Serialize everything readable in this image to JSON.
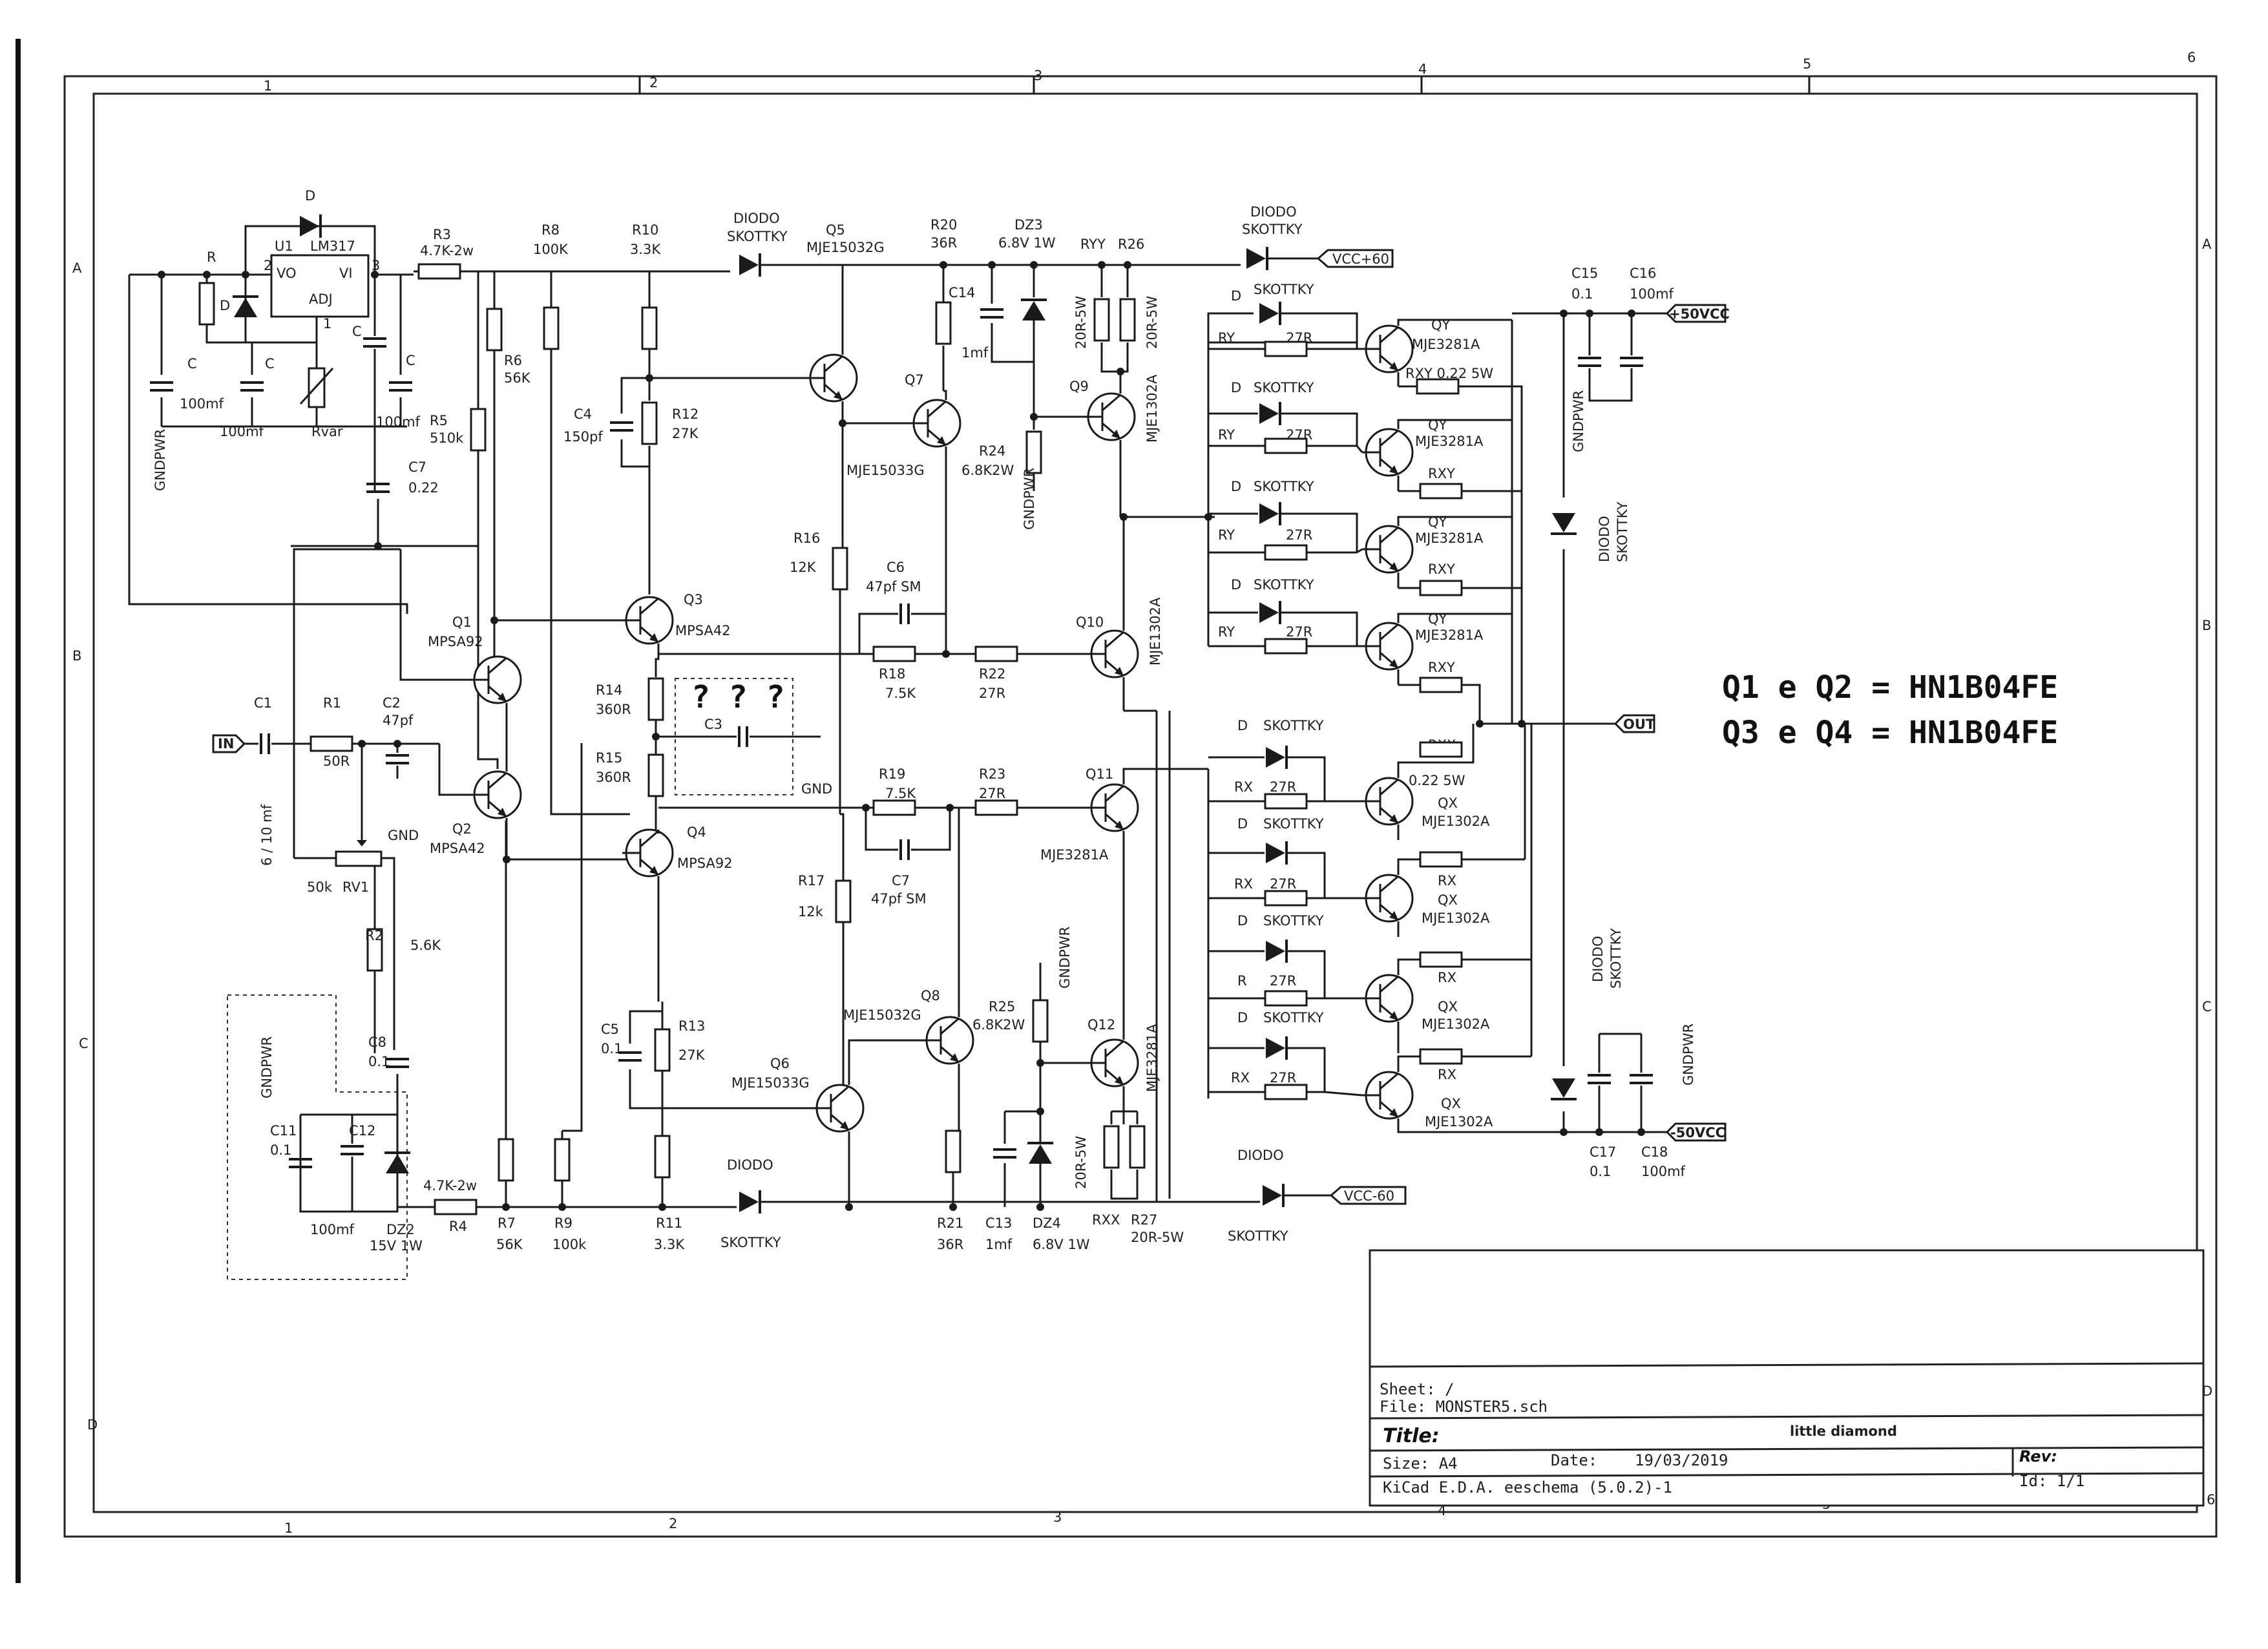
{
  "margin_columns": [
    "1",
    "2",
    "3",
    "4",
    "5",
    "6"
  ],
  "margin_rows": [
    "A",
    "B",
    "C",
    "D"
  ],
  "notes": {
    "q12": "Q1 e Q2 = HN1B04FE",
    "q34": "Q3 e Q4 = HN1B04FE",
    "unknown": "? ? ?"
  },
  "ports": {
    "in": "IN",
    "out": "OUT",
    "vcc_pos60": "VCC+60",
    "vcc_neg60": "VCC-60",
    "pos50": "+50VCC",
    "neg50": "-50VCC"
  },
  "regulator": {
    "u1": "U1",
    "lm317": "LM317",
    "vo": "VO",
    "vi": "VI",
    "adj": "ADJ",
    "pin2": "2",
    "pin1": "1",
    "pin3": "3",
    "d_top": "D",
    "d_side": "D",
    "r": "R",
    "c1": "C",
    "c2": "C",
    "c3": "C",
    "c4": "C",
    "cap1": "100mf",
    "cap2": "100mf",
    "cap3": "100mf",
    "rvar": "Rvar",
    "gndpwr": "GNDPWR",
    "c7": "C7",
    "c7v": "0.22"
  },
  "input": {
    "c1": "C1",
    "c1v": "6 / 10 mf",
    "r1": "R1",
    "r1v": "50R",
    "c2": "C2",
    "c2v": "47pf",
    "gnd": "GND",
    "gndv": "GND",
    "rv1": "RV1",
    "rv1v": "50k",
    "r2": "R2",
    "r2v": "5.6K",
    "c8": "C8",
    "c8v": "0.1",
    "c11": "C11",
    "c11v": "0.1",
    "c12": "C12",
    "c12v": "100mf",
    "dz2": "DZ2",
    "dz2v": "15V 1W",
    "gndpwr": "GNDPWR",
    "r3": "R3",
    "r3v": "4.7K-2w",
    "r4": "R4",
    "r4v": "4.7K-2w",
    "r5": "R5",
    "r5v": "510k",
    "r6": "R6",
    "r6v": "56K",
    "r7": "R7",
    "r7v": "56K",
    "r8": "R8",
    "r8v": "100K",
    "r9": "R9",
    "r9v": "100k",
    "r10": "R10",
    "r10v": "3.3K",
    "r11": "R11",
    "r11v": "3.3K",
    "r12": "R12",
    "r12v": "27K",
    "r13": "R13",
    "r13v": "27K",
    "r14": "R14",
    "r14v": "360R",
    "r15": "R15",
    "r15v": "360R",
    "c3": "C3",
    "c4": "C4",
    "c4v": "150pf",
    "c5": "C5",
    "c5v": "0.1",
    "q1": "Q1",
    "q1v": "MPSA92",
    "q2": "Q2",
    "q2v": "MPSA42",
    "q3": "Q3",
    "q3v": "MPSA42",
    "q4": "Q4",
    "q4v": "MPSA92"
  },
  "driver": {
    "diodo": "DIODO",
    "skottky": "SKOTTKY",
    "q5": "Q5",
    "q5v": "MJE15032G",
    "q6": "Q6",
    "q6v": "MJE15033G",
    "q7": "Q7",
    "q7v": "MJE15033G",
    "q8": "Q8",
    "q8v": "MJE15032G",
    "q9": "Q9",
    "q9v": "MJE1302A",
    "q10": "Q10",
    "q10v": "MJE1302A",
    "q11": "Q11",
    "q11v": "MJE3281A",
    "q12": "Q12",
    "q12v": "MJE3281A",
    "r16": "R16",
    "r16v": "12K",
    "r17": "R17",
    "r17v": "12k",
    "r18": "R18",
    "r18v": "7.5K",
    "r19": "R19",
    "r19v": "7.5K",
    "r20": "R20",
    "r20v": "36R",
    "r21": "R21",
    "r21v": "36R",
    "r22": "R22",
    "r22v": "27R",
    "r23": "R23",
    "r23v": "27R",
    "r24": "R24",
    "r24v": "6.8K2W",
    "r25": "R25",
    "r25v": "6.8K2W",
    "r26": "R26",
    "r27": "R27",
    "r27v": "20R-5W",
    "ryy": "RYY",
    "rxx": "RXX",
    "r20r": "20R-5W",
    "c6": "C6",
    "c6v": "47pf SM",
    "c7": "C7",
    "c7v": "47pf SM",
    "c13": "C13",
    "c13v": "1mf",
    "c14": "C14",
    "c14v": "1mf",
    "dz3": "DZ3",
    "dz3v": "6.8V 1W",
    "dz4": "DZ4",
    "dz4v": "6.8V 1W",
    "gndpwr": "GNDPWR"
  },
  "output": {
    "d": "D",
    "skottky": "SKOTTKY",
    "ry": "RY",
    "rx": "RX",
    "r": "R",
    "r27": "27R",
    "qy": "QY",
    "qyv": "MJE3281A",
    "qx": "QX",
    "qxv": "MJE1302A",
    "rxy": "RXY",
    "rxy1": "RXY 0.22 5W",
    "rxx": "RXX",
    "rxxv": "0.22 5W",
    "c15": "C15",
    "c15v": "0.1",
    "c16": "C16",
    "c16v": "100mf",
    "c17": "C17",
    "c17v": "0.1",
    "c18": "C18",
    "c18v": "100mf",
    "diodo": "DIODO",
    "gndpwr": "GNDPWR"
  },
  "title_block": {
    "sheet": "Sheet: /",
    "file": "File: MONSTER5.sch",
    "title_label": "Title:",
    "title": "little diamond",
    "size": "Size: A4",
    "date_label": "Date:",
    "date": "19/03/2019",
    "rev": "Rev:",
    "kicad": "KiCad E.D.A.  eeschema (5.0.2)-1",
    "id": "Id: 1/1"
  }
}
